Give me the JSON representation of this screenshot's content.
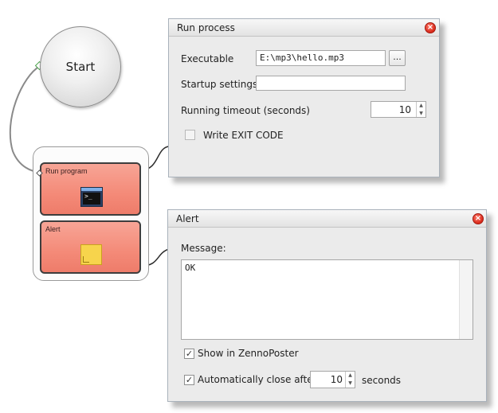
{
  "start_node": {
    "label": "Start"
  },
  "blocks": {
    "run_program": {
      "label": "Run program",
      "icon": "terminal-icon"
    },
    "alert": {
      "label": "Alert",
      "icon": "sticky-note-icon"
    }
  },
  "run_process": {
    "title": "Run process",
    "executable_label": "Executable",
    "executable_value": "E:\\mp3\\hello.mp3",
    "browse_label": "...",
    "startup_label": "Startup settings",
    "startup_value": "",
    "timeout_label": "Running timeout (seconds)",
    "timeout_value": "10",
    "exit_code_label": "Write EXIT CODE",
    "exit_code_checked": false
  },
  "alert_dialog": {
    "title": "Alert",
    "message_label": "Message:",
    "message_value": "OK",
    "show_label": "Show in ZennoPoster",
    "show_checked": true,
    "autoclose_label": "Automatically close after",
    "autoclose_value": "10",
    "seconds_label": "seconds",
    "autoclose_checked": true
  },
  "colors": {
    "block_fill": "#f48a78",
    "close_red": "#d9291a",
    "dialog_bg": "#ebebeb"
  }
}
